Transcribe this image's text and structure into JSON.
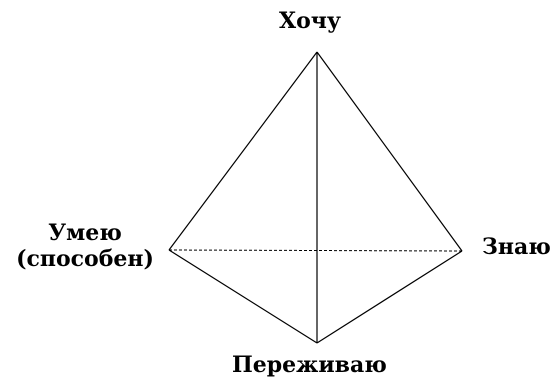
{
  "vertices": {
    "top": "Хочу",
    "left_line1": "Умею",
    "left_line2": "(способен)",
    "right": "Знаю",
    "bottom": "Переживаю"
  },
  "colors": {
    "lines": "#000000",
    "text": "#000000",
    "background": "#ffffff"
  }
}
